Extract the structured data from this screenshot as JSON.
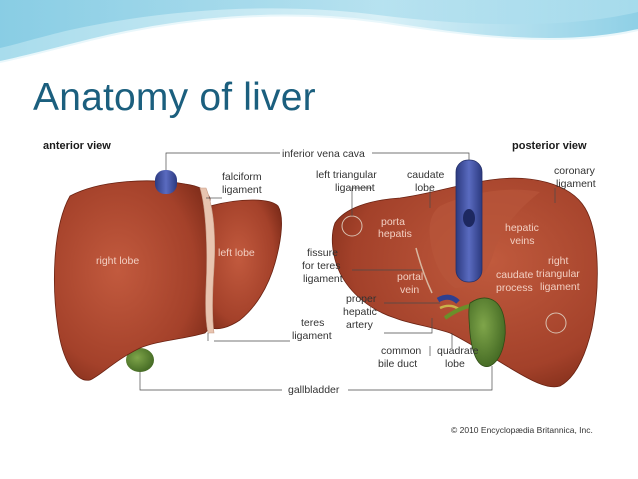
{
  "slide": {
    "title": "Anatomy of liver"
  },
  "figure": {
    "anterior_heading": "anterior view",
    "posterior_heading": "posterior view",
    "labels": {
      "inferior_vena_cava": "inferior vena cava",
      "falciform_1": "falciform",
      "falciform_2": "ligament",
      "right_lobe": "right lobe",
      "left_lobe": "left lobe",
      "left_triangular_1": "left triangular",
      "left_triangular_2": "ligament",
      "caudate_lobe_1": "caudate",
      "caudate_lobe_2": "lobe",
      "coronary_1": "coronary",
      "coronary_2": "ligament",
      "porta_hepatis_1": "porta",
      "porta_hepatis_2": "hepatis",
      "hepatic_veins_1": "hepatic",
      "hepatic_veins_2": "veins",
      "fissure_1": "fissure",
      "fissure_2": "for teres",
      "fissure_3": "ligament",
      "portal_vein_1": "portal",
      "portal_vein_2": "vein",
      "caudate_process_1": "caudate",
      "caudate_process_2": "process",
      "right_triangular_1": "right",
      "right_triangular_2": "triangular",
      "right_triangular_3": "ligament",
      "proper_hepatic_1": "proper",
      "proper_hepatic_2": "hepatic",
      "proper_hepatic_3": "artery",
      "teres_1": "teres",
      "teres_2": "ligament",
      "common_bile_1": "common",
      "common_bile_2": "bile duct",
      "quadrate_1": "quadrate",
      "quadrate_2": "lobe",
      "gallbladder": "gallbladder"
    },
    "copyright": "© 2010 Encyclopædia Britannica, Inc."
  },
  "colors": {
    "title": "#1b5f7e",
    "liver": "#a8432b",
    "liver_dark": "#7d2a18",
    "gallbladder": "#4f7a2a",
    "vena_cava": "#3d4f99",
    "wave_light": "#cfeaf3",
    "wave_mid": "#8fcde3"
  }
}
